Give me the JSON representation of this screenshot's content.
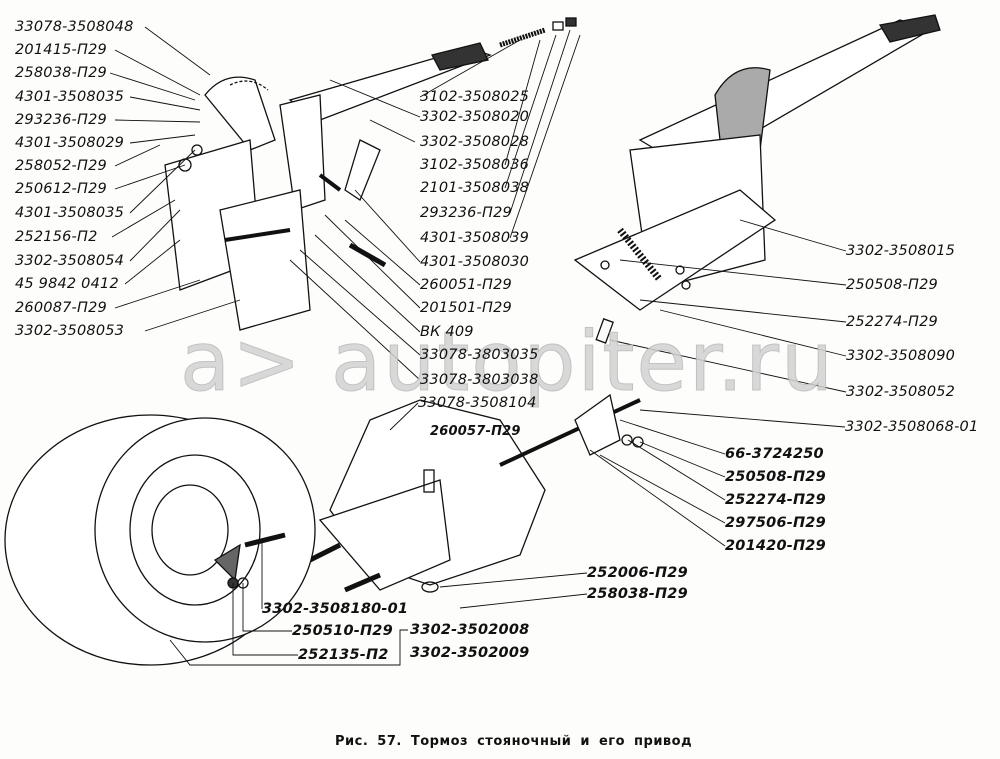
{
  "watermark": "a> autopiter.ru",
  "caption": "Рис. 57. Тормоз стояночный и его привод",
  "labels_left": [
    "33078-3508048",
    "201415-П29",
    "258038-П29",
    "4301-3508035",
    "293236-П29",
    "4301-3508029",
    "258052-П29",
    "250612-П29",
    "4301-3508035",
    "252156-П2",
    "3302-3508054",
    "45 9842 0412",
    "260087-П29",
    "3302-3508053"
  ],
  "labels_middle": [
    "3102-3508025",
    "3302-3508020",
    "3302-3508028",
    "3102-3508036",
    "2101-3508038",
    "293236-П29",
    "4301-3508039",
    "4301-3508030",
    "260051-П29",
    "201501-П29",
    "ВК 409",
    "33078-3803035",
    "33078-3803038",
    "33078-3508104",
    "260057-П29"
  ],
  "labels_right": [
    "3302-3508015",
    "250508-П29",
    "252274-П29",
    "3302-3508090",
    "3302-3508052",
    "3302-3508068-01"
  ],
  "labels_lower_right": [
    "66-3724250",
    "250508-П29",
    "252274-П29",
    "297506-П29",
    "201420-П29",
    "252006-П29",
    "258038-П29"
  ],
  "labels_bottom": [
    "3302-3508180-01",
    "250510-П29",
    "3302-3502008",
    "252135-П2",
    "3302-3502009"
  ]
}
